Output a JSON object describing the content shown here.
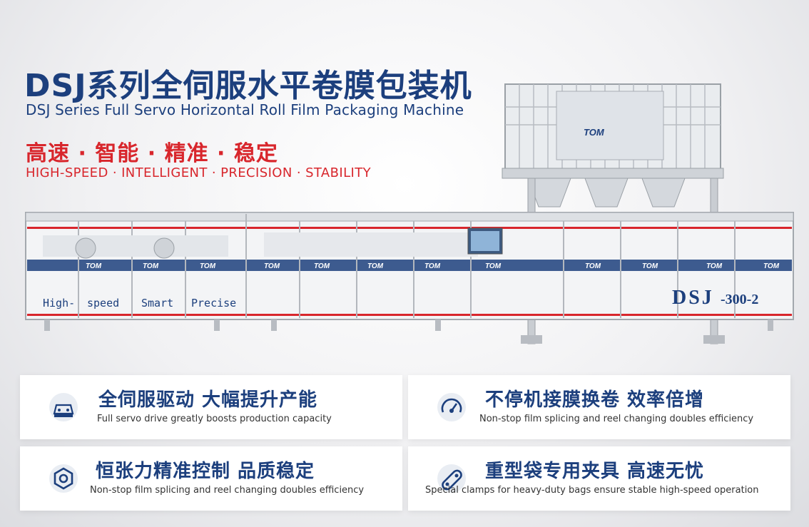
{
  "header": {
    "title_cn": "DSJ系列全伺服水平卷膜包装机",
    "title_en": "DSJ Series Full Servo Horizontal Roll Film Packaging Machine",
    "slogan_cn": "高速 · 智能 · 精准 · 稳定",
    "slogan_en": "HIGH-SPEED · INTELLIGENT · PRECISION · STABILITY"
  },
  "machine": {
    "logo_text": "TOM",
    "panel_labels": [
      "High-",
      "speed",
      "Smart",
      "Precise"
    ],
    "model": "DSJ",
    "model_suffix": "-300-2"
  },
  "features": [
    {
      "cn": "全伺服驱动  大幅提升产能",
      "en": "Full servo drive greatly boosts production capacity",
      "icon": "servo-drive-icon"
    },
    {
      "cn": "不停机接膜换卷  效率倍增",
      "en": "Non-stop film splicing and reel changing doubles efficiency",
      "icon": "gauge-icon"
    },
    {
      "cn": "恒张力精准控制  品质稳定",
      "en": "Non-stop film splicing and reel changing doubles efficiency",
      "icon": "hex-nut-icon"
    },
    {
      "cn": "重型袋专用夹具  高速无忧",
      "en": "Special clamps for heavy-duty bags ensure stable high-speed operation",
      "icon": "chain-link-icon"
    }
  ],
  "colors": {
    "brand_blue": "#1c3f7d",
    "accent_red": "#d8262c"
  }
}
